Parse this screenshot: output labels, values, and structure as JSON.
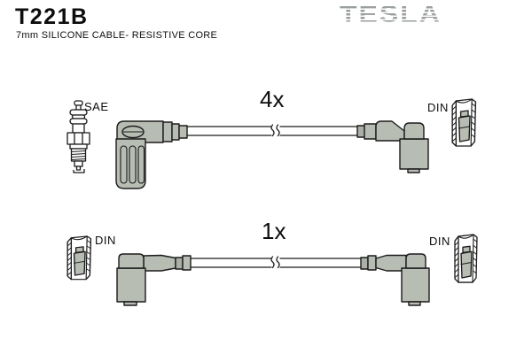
{
  "header": {
    "part_number": "T221B",
    "description": "7mm SILICONE CABLE- RESISTIVE CORE",
    "brand_logo": "TESLA"
  },
  "diagram": {
    "row1": {
      "quantity": "4x",
      "left_terminal_label": "SAE",
      "right_terminal_label": "DIN",
      "left_connector": "angled-ribbed-boot",
      "right_connector": "angled-smooth-boot"
    },
    "row2": {
      "quantity": "1x",
      "left_terminal_label": "DIN",
      "right_terminal_label": "DIN",
      "left_connector": "angled-smooth-boot",
      "right_connector": "angled-smooth-boot"
    }
  },
  "icons": {
    "spark_plug": "spark-plug-icon",
    "din_terminal": "din-terminal-cutaway-icon",
    "cable_break": "cable-break-symbol"
  },
  "colors": {
    "connector_gray": "#b8bdb4",
    "ferrule_gray": "#aab0a7",
    "logo_gray": "#9aa09a",
    "outline": "#1b1b1b",
    "background": "#ffffff"
  }
}
